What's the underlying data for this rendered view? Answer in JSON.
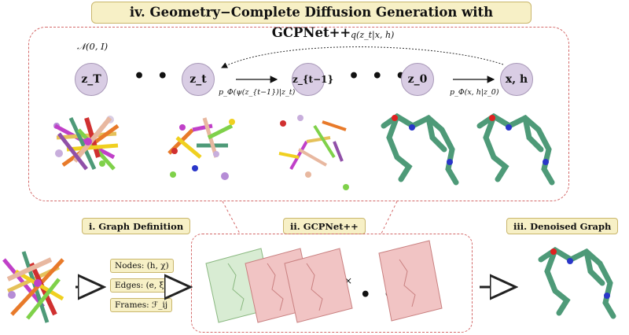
{
  "title": "iv.  Geometry−Complete Diffusion Generation with GCPNet++",
  "prior_label": "𝒩(0, I)",
  "reverse_label": "q(z_t|x, h)",
  "nodes": {
    "zT": "z_T",
    "zt": "z_t",
    "zt1": "z_{t−1}",
    "z0": "z_0",
    "xh": "x, h"
  },
  "ellipsis": "• • •",
  "transition_labels": {
    "denoise": "p_Φ(ψ(z_{t−1})|z_t)",
    "decode": "p_Φ(x, h|z_0)"
  },
  "section_tags": {
    "graph_definition": "i.  Graph Definition",
    "gcpnet": "ii.  GCPNet++",
    "denoised": "iii.  Denoised Graph"
  },
  "feature_tags": {
    "nodes": "Nodes: (h, χ)",
    "edges": "Edges: (e, ξ)",
    "frames": "Frames: ℱ_ij"
  },
  "layer_repeat": "L×",
  "colors": {
    "tag_fill": "#f7f0c6",
    "node_fill": "#d9cde4",
    "panel_border": "#d46a6a",
    "molecule_green": "#4e9a78",
    "oxygen": "#e02020",
    "nitrogen": "#2a36c9",
    "layer_green": "#d8ecd3",
    "layer_red": "#f1c4c4"
  }
}
